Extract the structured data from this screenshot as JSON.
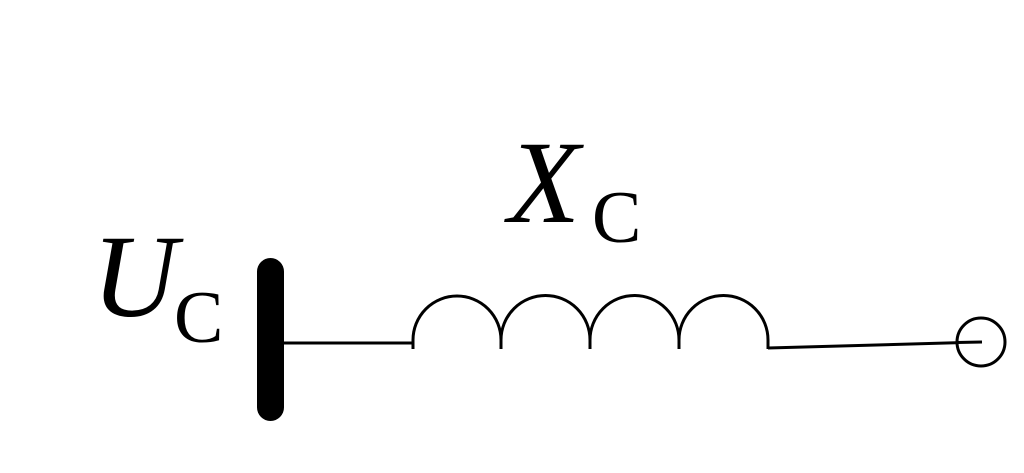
{
  "labels": {
    "voltage": {
      "symbol": "U",
      "subscript": "C"
    },
    "reactance": {
      "symbol": "X",
      "subscript": "C"
    }
  },
  "colors": {
    "stroke": "#000000",
    "background": "#ffffff"
  }
}
